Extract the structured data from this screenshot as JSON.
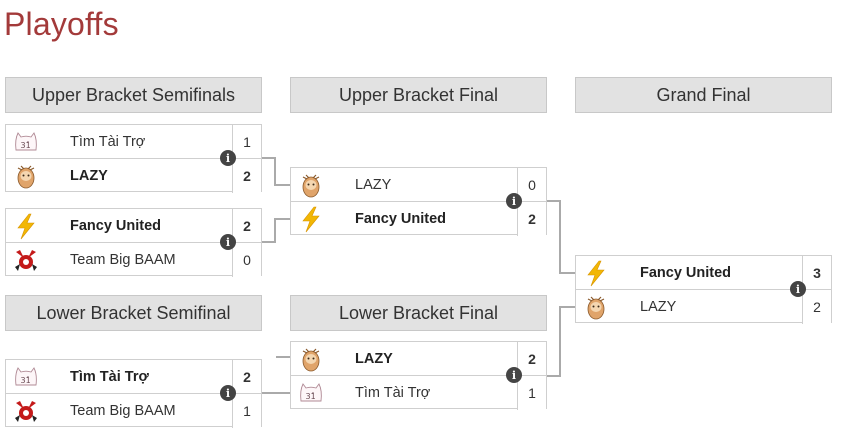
{
  "title": "Playoffs",
  "rounds": {
    "ubs": "Upper Bracket Semifinals",
    "ubf": "Upper Bracket Final",
    "gf": "Grand Final",
    "lbs": "Lower Bracket Semifinal",
    "lbf": "Lower Bracket Final"
  },
  "matches": {
    "ubs1": {
      "team1": {
        "name": "Tìm Tài Trợ",
        "score": "1",
        "winner": false,
        "logo": "cat-logo"
      },
      "team2": {
        "name": "LAZY",
        "score": "2",
        "winner": true,
        "logo": "sloth-logo"
      }
    },
    "ubs2": {
      "team1": {
        "name": "Fancy United",
        "score": "2",
        "winner": true,
        "logo": "lightning-logo"
      },
      "team2": {
        "name": "Team Big BAAM",
        "score": "0",
        "winner": false,
        "logo": "tbb-logo"
      }
    },
    "ubf": {
      "team1": {
        "name": "LAZY",
        "score": "0",
        "winner": false,
        "logo": "sloth-logo"
      },
      "team2": {
        "name": "Fancy United",
        "score": "2",
        "winner": true,
        "logo": "lightning-logo"
      }
    },
    "gf": {
      "team1": {
        "name": "Fancy United",
        "score": "3",
        "winner": true,
        "logo": "lightning-logo"
      },
      "team2": {
        "name": "LAZY",
        "score": "2",
        "winner": false,
        "logo": "sloth-logo"
      }
    },
    "lbs": {
      "team1": {
        "name": "Tìm Tài Trợ",
        "score": "2",
        "winner": true,
        "logo": "cat-logo"
      },
      "team2": {
        "name": "Team Big BAAM",
        "score": "1",
        "winner": false,
        "logo": "tbb-logo"
      }
    },
    "lbf": {
      "team1": {
        "name": "LAZY",
        "score": "2",
        "winner": true,
        "logo": "sloth-logo"
      },
      "team2": {
        "name": "Tìm Tài Trợ",
        "score": "1",
        "winner": false,
        "logo": "cat-logo"
      }
    }
  },
  "info_icon": "i",
  "colors": {
    "title": "#a33a3a",
    "header_bg": "#e2e2e2",
    "connector": "#aaaaaa"
  }
}
